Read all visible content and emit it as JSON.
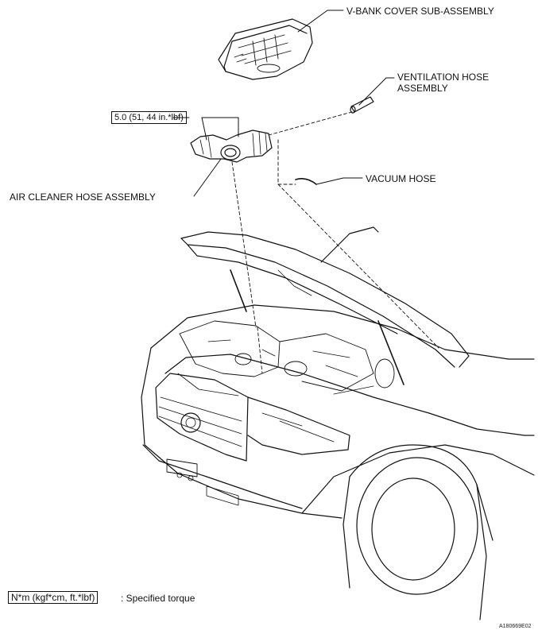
{
  "labels": {
    "v_bank_cover": "V-BANK COVER SUB-ASSEMBLY",
    "ventilation_line1": "VENTILATION HOSE",
    "ventilation_line2": "ASSEMBLY",
    "vacuum_hose": "VACUUM HOSE",
    "air_cleaner": "AIR CLEANER HOSE ASSEMBLY",
    "torque_spec": "5.0 (51, 44 in.*lbf)"
  },
  "legend": {
    "unit_box": "N*m (kgf*cm, ft.*lbf)",
    "description": ": Specified torque"
  },
  "figure_id": "A180669E02"
}
